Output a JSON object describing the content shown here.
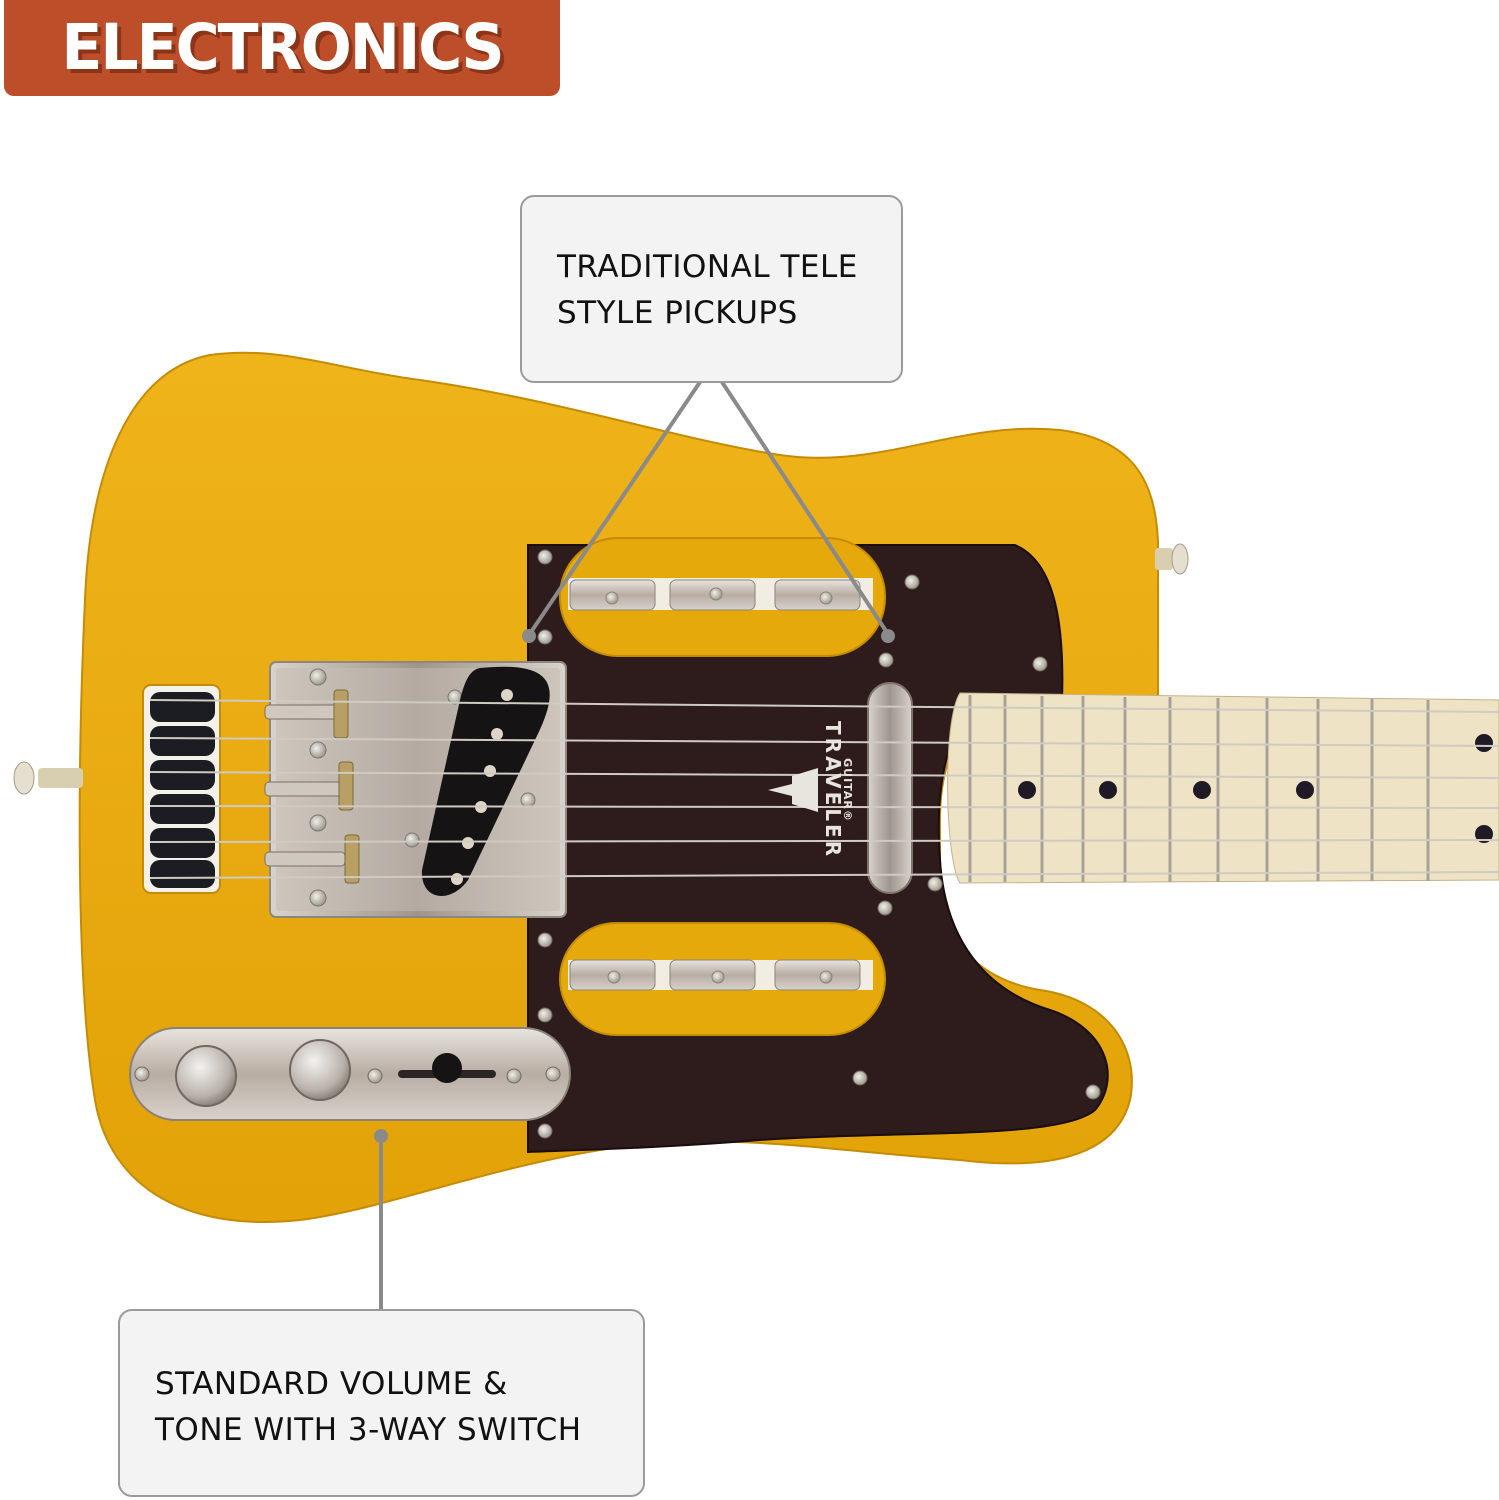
{
  "banner": {
    "title": "ELECTRONICS",
    "color": "#bd4e2a"
  },
  "callouts": {
    "pickups": {
      "lines": [
        "TRADITIONAL TELE",
        "STYLE PICKUPS"
      ]
    },
    "controls": {
      "lines": [
        "STANDARD VOLUME &",
        "TONE WITH 3-WAY SWITCH"
      ]
    }
  },
  "guitar": {
    "brand_line1": "TRAVELER",
    "brand_line2": "GUITAR®",
    "body_color": "#e6a90c",
    "pickguard_color": "#2e1b1b",
    "fretboard_color": "#efe3c6",
    "leader_line_color": "#8a8a8a"
  }
}
